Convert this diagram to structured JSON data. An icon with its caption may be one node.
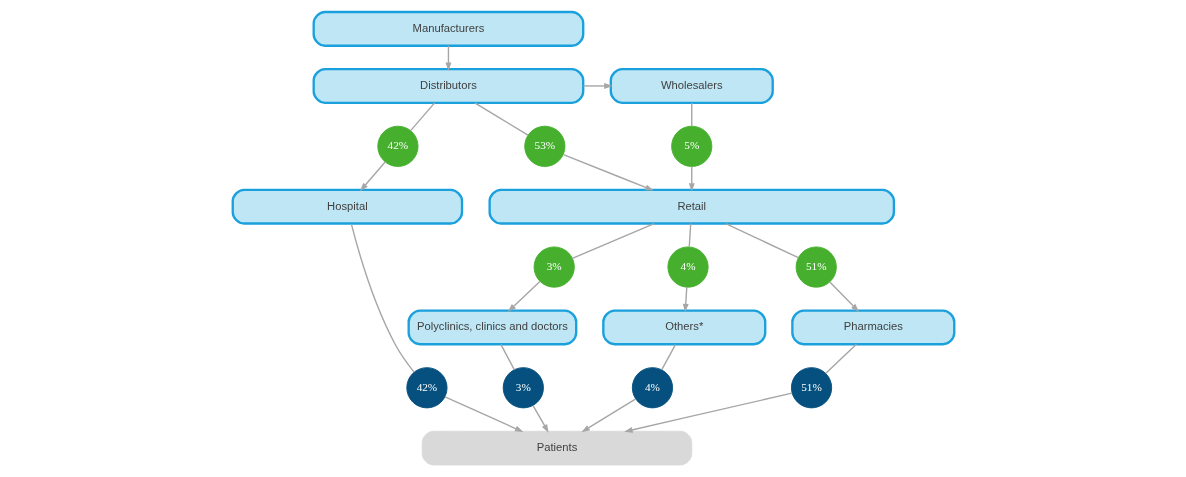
{
  "diagram": {
    "nodes": [
      {
        "text": [
          "Manufacturers"
        ]
      },
      {
        "text": [
          "Distributors"
        ]
      },
      {
        "text": [
          "Wholesalers"
        ]
      },
      {
        "text": [
          "5%"
        ]
      },
      {
        "text": [
          "53%"
        ]
      },
      {
        "text": [
          "42%"
        ]
      },
      {
        "text": [
          "Retail"
        ]
      },
      {
        "text": [
          "Hospital"
        ]
      },
      {
        "text": [
          "51%"
        ]
      },
      {
        "text": [
          "3%"
        ]
      },
      {
        "text": [
          "4%"
        ]
      },
      {
        "text": [
          "Pharmacies"
        ]
      },
      {
        "text": [
          "Polyclinics, clinics and doctors"
        ]
      },
      {
        "text": [
          "Others*"
        ]
      },
      {
        "text": [
          "51%"
        ]
      },
      {
        "text": [
          "3%"
        ]
      },
      {
        "text": [
          "4%"
        ]
      },
      {
        "text": [
          "42%"
        ]
      },
      {
        "text": [
          "Patients"
        ]
      }
    ],
    "edges": [
      {
        "from": 0,
        "to": 1,
        "arrow": "to"
      },
      {
        "from": 1,
        "to": 2,
        "arrow": "to"
      },
      {
        "from": 2,
        "to": 3,
        "arrow": "none"
      },
      {
        "from": 1,
        "to": 4,
        "arrow": "none"
      },
      {
        "from": 1,
        "to": 5,
        "arrow": "none"
      },
      {
        "from": 3,
        "to": 6,
        "arrow": "to"
      },
      {
        "from": 4,
        "to": 6,
        "arrow": "to"
      },
      {
        "from": 5,
        "to": 7,
        "arrow": "to"
      },
      {
        "from": 6,
        "to": 8,
        "arrow": "none"
      },
      {
        "from": 6,
        "to": 9,
        "arrow": "none"
      },
      {
        "from": 6,
        "to": 10,
        "arrow": "none"
      },
      {
        "from": 8,
        "to": 11,
        "arrow": "to"
      },
      {
        "from": 9,
        "to": 12,
        "arrow": "to"
      },
      {
        "from": 10,
        "to": 13,
        "arrow": "to"
      },
      {
        "from": 11,
        "to": 14,
        "arrow": "none"
      },
      {
        "from": 12,
        "to": 15,
        "arrow": "none"
      },
      {
        "from": 13,
        "to": 16,
        "arrow": "none"
      },
      {
        "from": 7,
        "to": 17,
        "arrow": "none"
      },
      {
        "from": 14,
        "to": 18,
        "arrow": "to"
      },
      {
        "from": 15,
        "to": 18,
        "arrow": "to"
      },
      {
        "from": 16,
        "to": 18,
        "arrow": "to"
      },
      {
        "from": 17,
        "to": 18,
        "arrow": "to"
      }
    ]
  }
}
